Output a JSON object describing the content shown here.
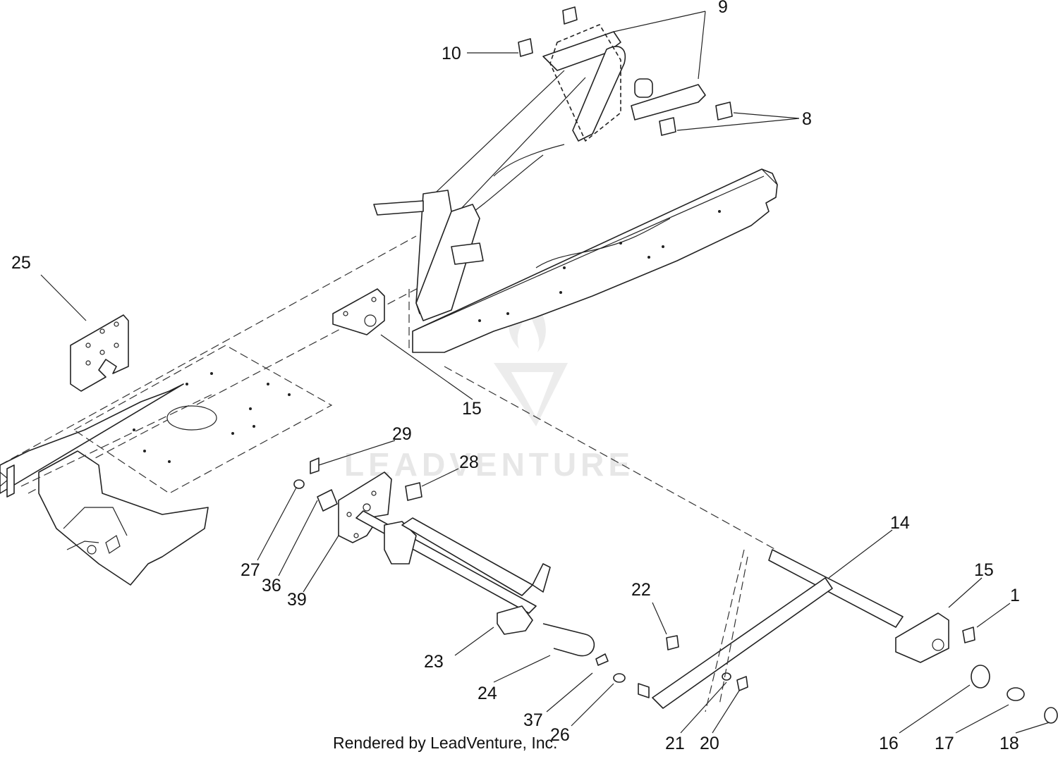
{
  "credit": "Rendered by LeadVenture, Inc.",
  "watermark": "LEADVENTURE",
  "colors": {
    "line": "#222222",
    "watermark": "#e7e7e7"
  },
  "callouts": [
    {
      "id": "c9",
      "text": "9"
    },
    {
      "id": "c10",
      "text": "10"
    },
    {
      "id": "c8",
      "text": "8"
    },
    {
      "id": "c25",
      "text": "25"
    },
    {
      "id": "c15a",
      "text": "15"
    },
    {
      "id": "c29",
      "text": "29"
    },
    {
      "id": "c28",
      "text": "28"
    },
    {
      "id": "c27",
      "text": "27"
    },
    {
      "id": "c36",
      "text": "36"
    },
    {
      "id": "c39",
      "text": "39"
    },
    {
      "id": "c14",
      "text": "14"
    },
    {
      "id": "c15b",
      "text": "15"
    },
    {
      "id": "c1",
      "text": "1"
    },
    {
      "id": "c22",
      "text": "22"
    },
    {
      "id": "c23",
      "text": "23"
    },
    {
      "id": "c24",
      "text": "24"
    },
    {
      "id": "c37",
      "text": "37"
    },
    {
      "id": "c26",
      "text": "26"
    },
    {
      "id": "c21",
      "text": "21"
    },
    {
      "id": "c20",
      "text": "20"
    },
    {
      "id": "c16",
      "text": "16"
    },
    {
      "id": "c17",
      "text": "17"
    },
    {
      "id": "c18",
      "text": "18"
    }
  ]
}
